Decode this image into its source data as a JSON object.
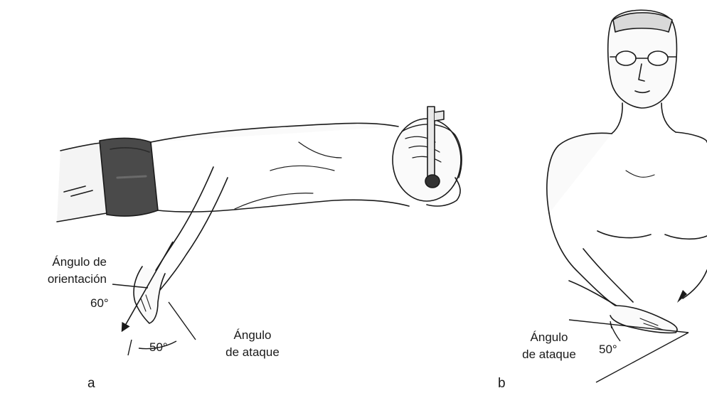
{
  "panel_a": {
    "letter": "a",
    "orientation_label_line1": "Ángulo de",
    "orientation_label_line2": "orientación",
    "orientation_angle": "60°",
    "attack_angle": "50°",
    "attack_label_line1": "Ángulo",
    "attack_label_line2": "de ataque"
  },
  "panel_b": {
    "letter": "b",
    "attack_label_line1": "Ángulo",
    "attack_label_line2": "de ataque",
    "attack_angle": "50°"
  },
  "colors": {
    "ink": "#1a1a1a",
    "skin_shade": "#d9d9d9",
    "suit": "#4a4a4a",
    "suit_dark": "#2a2a2a"
  }
}
